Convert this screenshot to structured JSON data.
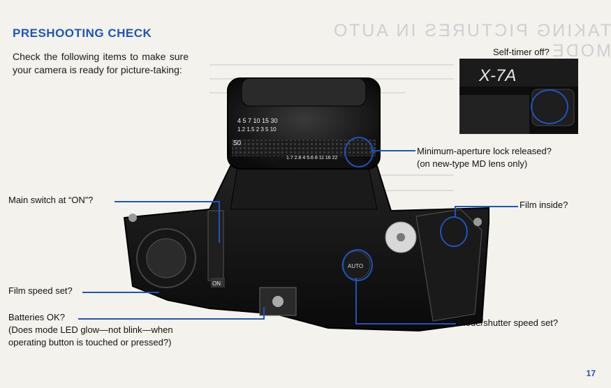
{
  "page": {
    "title": "PRESHOOTING CHECK",
    "intro": "Check the following items to make sure your camera is ready for picture-taking:",
    "page_number": "17"
  },
  "camera": {
    "model_badge": "X-7A",
    "auto_label": "AUTO",
    "on_label": "ON",
    "lens_distance_scale_top": "4 5 7 10 15 30",
    "lens_distance_scale_bottom": "1.2 1.5 2 3 5 10",
    "lens_focal": "50",
    "aperture_scale": "1.7 2.8 4 5.6 8 11 16 22"
  },
  "callouts": {
    "self_timer": "Self-timer off?",
    "min_aperture_1": "Minimum-aperture lock released?",
    "min_aperture_2": "(on new-type MD lens only)",
    "main_switch": "Main switch at “ON”?",
    "film_inside": "Film inside?",
    "film_speed": "Film speed set?",
    "batteries_1": "Batteries OK?",
    "batteries_2": "(Does mode LED glow—not blink—when",
    "batteries_3": "operating button is touched or pressed?)",
    "mode_shutter": "Mode/shutter speed set?"
  }
}
